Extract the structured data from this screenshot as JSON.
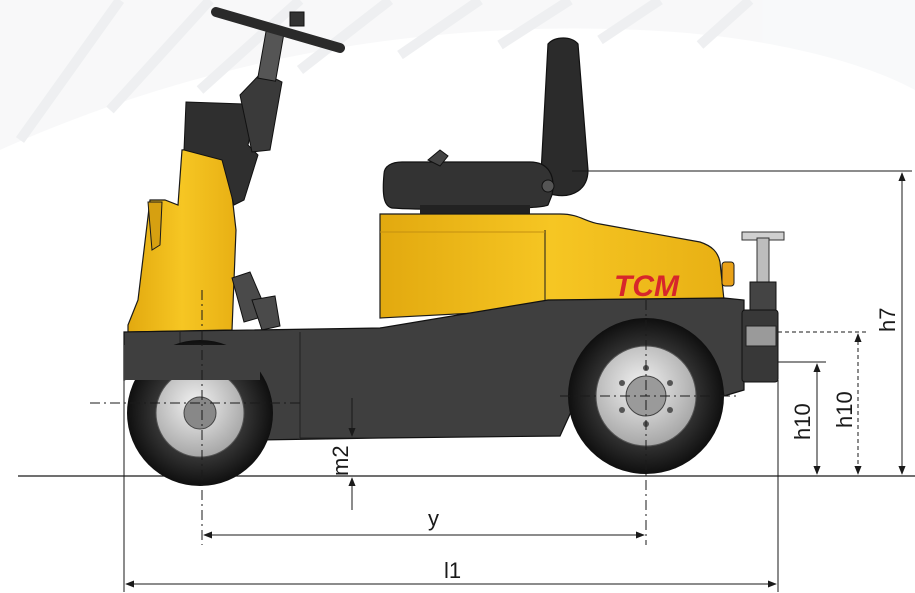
{
  "brand": {
    "logo_text": "TCM",
    "logo_color": "#d7262b"
  },
  "colors": {
    "body_yellow": "#f3c01e",
    "chassis_dark": "#3f3f3f",
    "seat_black": "#2b2b2b",
    "line": "#1a1a1a"
  },
  "dimensions": {
    "l1": "l1",
    "y": "y",
    "m2": "m2",
    "h7": "h7",
    "h10_inner": "h10",
    "h10_outer": "h10"
  }
}
